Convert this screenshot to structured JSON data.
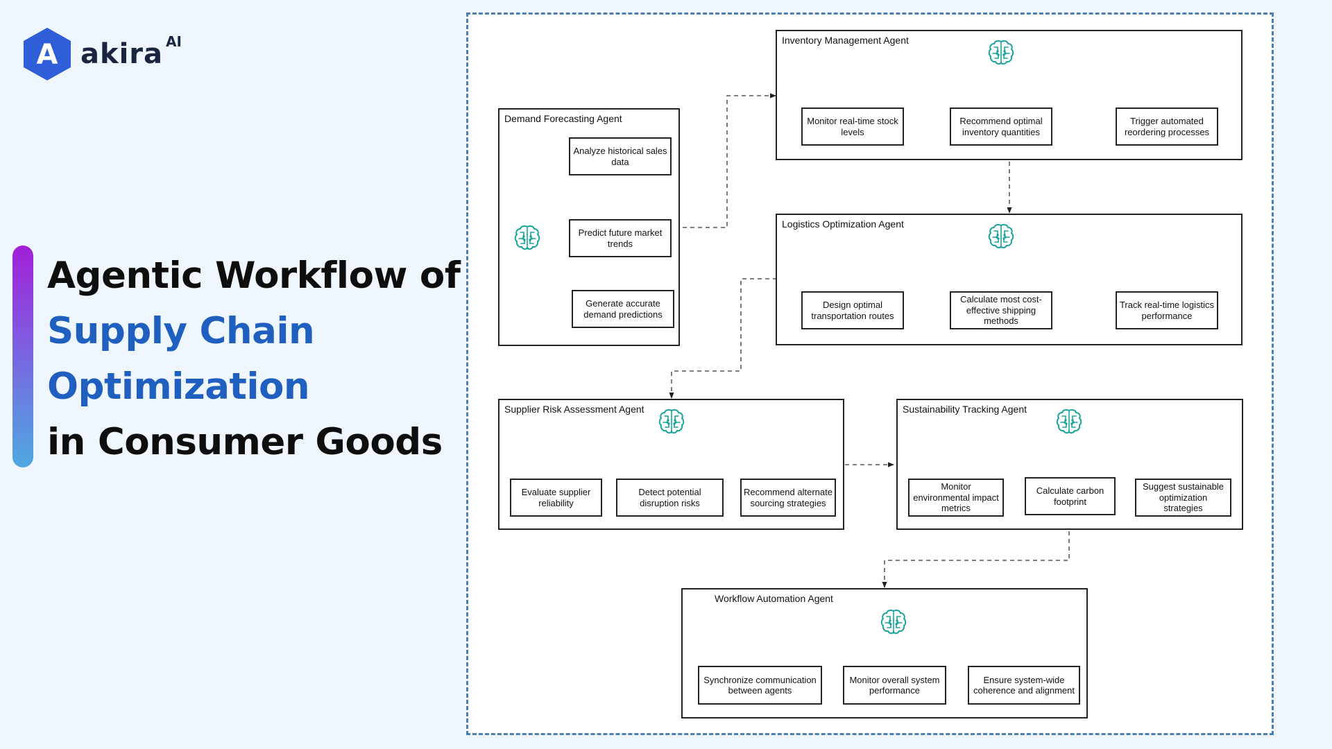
{
  "brand": {
    "name": "akira",
    "superscript": "AI",
    "mark_letter": "A",
    "primary_color": "#2f5fd8"
  },
  "headline": {
    "line1": "Agentic Workflow of",
    "line2": "Supply Chain",
    "line3": "Optimization",
    "line4": "in Consumer Goods"
  },
  "colors": {
    "accent_blue": "#1f5fbf",
    "brain_teal": "#1aa39a",
    "canvas_border": "#4d7fb1"
  },
  "icon": "brain-circuit-icon",
  "agents": {
    "demand": {
      "title": "Demand Forecasting Agent",
      "tasks": [
        "Analyze historical sales data",
        "Predict future market trends",
        "Generate accurate demand predictions"
      ]
    },
    "inventory": {
      "title": "Inventory Management Agent",
      "tasks": [
        "Monitor real-time stock levels",
        "Recommend optimal inventory quantities",
        "Trigger automated reordering processes"
      ]
    },
    "logistics": {
      "title": "Logistics Optimization Agent",
      "tasks": [
        "Design optimal transportation routes",
        "Calculate most cost-effective shipping methods",
        "Track real-time logistics performance"
      ]
    },
    "supplier": {
      "title": "Supplier Risk Assessment Agent",
      "tasks": [
        "Evaluate supplier reliability",
        "Detect potential disruption risks",
        "Recommend alternate sourcing strategies"
      ]
    },
    "sustainability": {
      "title": "Sustainability Tracking Agent",
      "tasks": [
        "Monitor environmental impact metrics",
        "Calculate carbon footprint",
        "Suggest sustainable optimization strategies"
      ]
    },
    "workflow": {
      "title": "Workflow Automation Agent",
      "tasks": [
        "Synchronize communication between agents",
        "Monitor overall system performance",
        "Ensure system-wide coherence and alignment"
      ]
    }
  }
}
